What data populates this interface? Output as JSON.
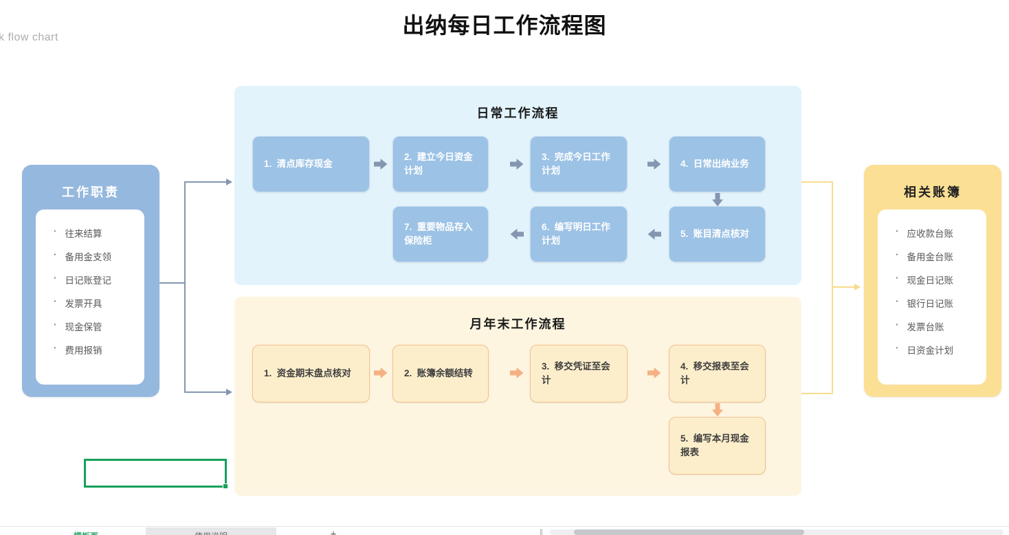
{
  "page": {
    "title": "出纳每日工作流程图",
    "watermark_label": "k flow chart"
  },
  "colors": {
    "blue_shape": "#9CC2E5",
    "blue_panel": "#95B8DE",
    "blue_section": "#E2F3FB",
    "blue_arrow": "#8496B0",
    "cream_section": "#FDF5E0",
    "cream_box": "#FDEECB",
    "cream_border": "#F2C18D",
    "orange_arrow": "#F5B183",
    "gold_box": "#FBDF94",
    "gold_line": "#F8DC8C",
    "green_select": "#14A05A",
    "tab_green": "#21A366"
  },
  "left_panel": {
    "title": "工作职责",
    "items": [
      "往来结算",
      "备用金支领",
      "日记账登记",
      "发票开具",
      "现金保管",
      "费用报销"
    ]
  },
  "daily": {
    "title": "日常工作流程",
    "steps": [
      "1.  清点库存现金",
      "2.  建立今日资金计划",
      "3.  完成今日工作计划",
      "4.  日常出纳业务",
      "5.  账目清点核对",
      "6.  编写明日工作计划",
      "7.  重要物品存入保险柜"
    ]
  },
  "monthly": {
    "title": "月年末工作流程",
    "steps": [
      "1.  资金期末盘点核对",
      "2.  账簿余额结转",
      "3.  移交凭证至会计",
      "4.  移交报表至会计",
      "5.  编写本月现金报表"
    ]
  },
  "right_panel": {
    "title": "相关账簿",
    "items": [
      "应收款台账",
      "备用金台账",
      "现金日记账",
      "银行日记账",
      "发票台账",
      "日资金计划"
    ]
  },
  "bottom_bar": {
    "tabs": [
      {
        "label": "模板页"
      },
      {
        "label": "使用说明"
      }
    ],
    "add_label": "+",
    "splitter_glyph": "∥"
  }
}
